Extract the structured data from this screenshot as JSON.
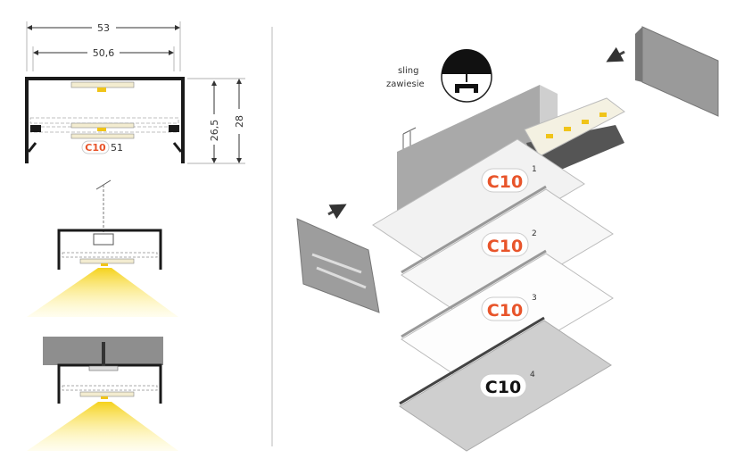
{
  "dimensions": {
    "outer_width": "53",
    "inner_width": "50,6",
    "inner_height": "26,5",
    "outer_height": "28"
  },
  "section_label": {
    "code": "C10",
    "number": "51"
  },
  "mounting": {
    "line1": "sling",
    "line2": "zawiesie"
  },
  "covers": [
    {
      "code": "C10",
      "index": "1",
      "color": "#e8542a"
    },
    {
      "code": "C10",
      "index": "2",
      "color": "#e8542a"
    },
    {
      "code": "C10",
      "index": "3",
      "color": "#e8542a"
    },
    {
      "code": "C10",
      "index": "4",
      "color": "#111111"
    }
  ],
  "colors": {
    "accent": "#e8542a",
    "light": "#f7e24a",
    "profile": "#1a1a1a",
    "aluminium": "#b8b8b8"
  }
}
